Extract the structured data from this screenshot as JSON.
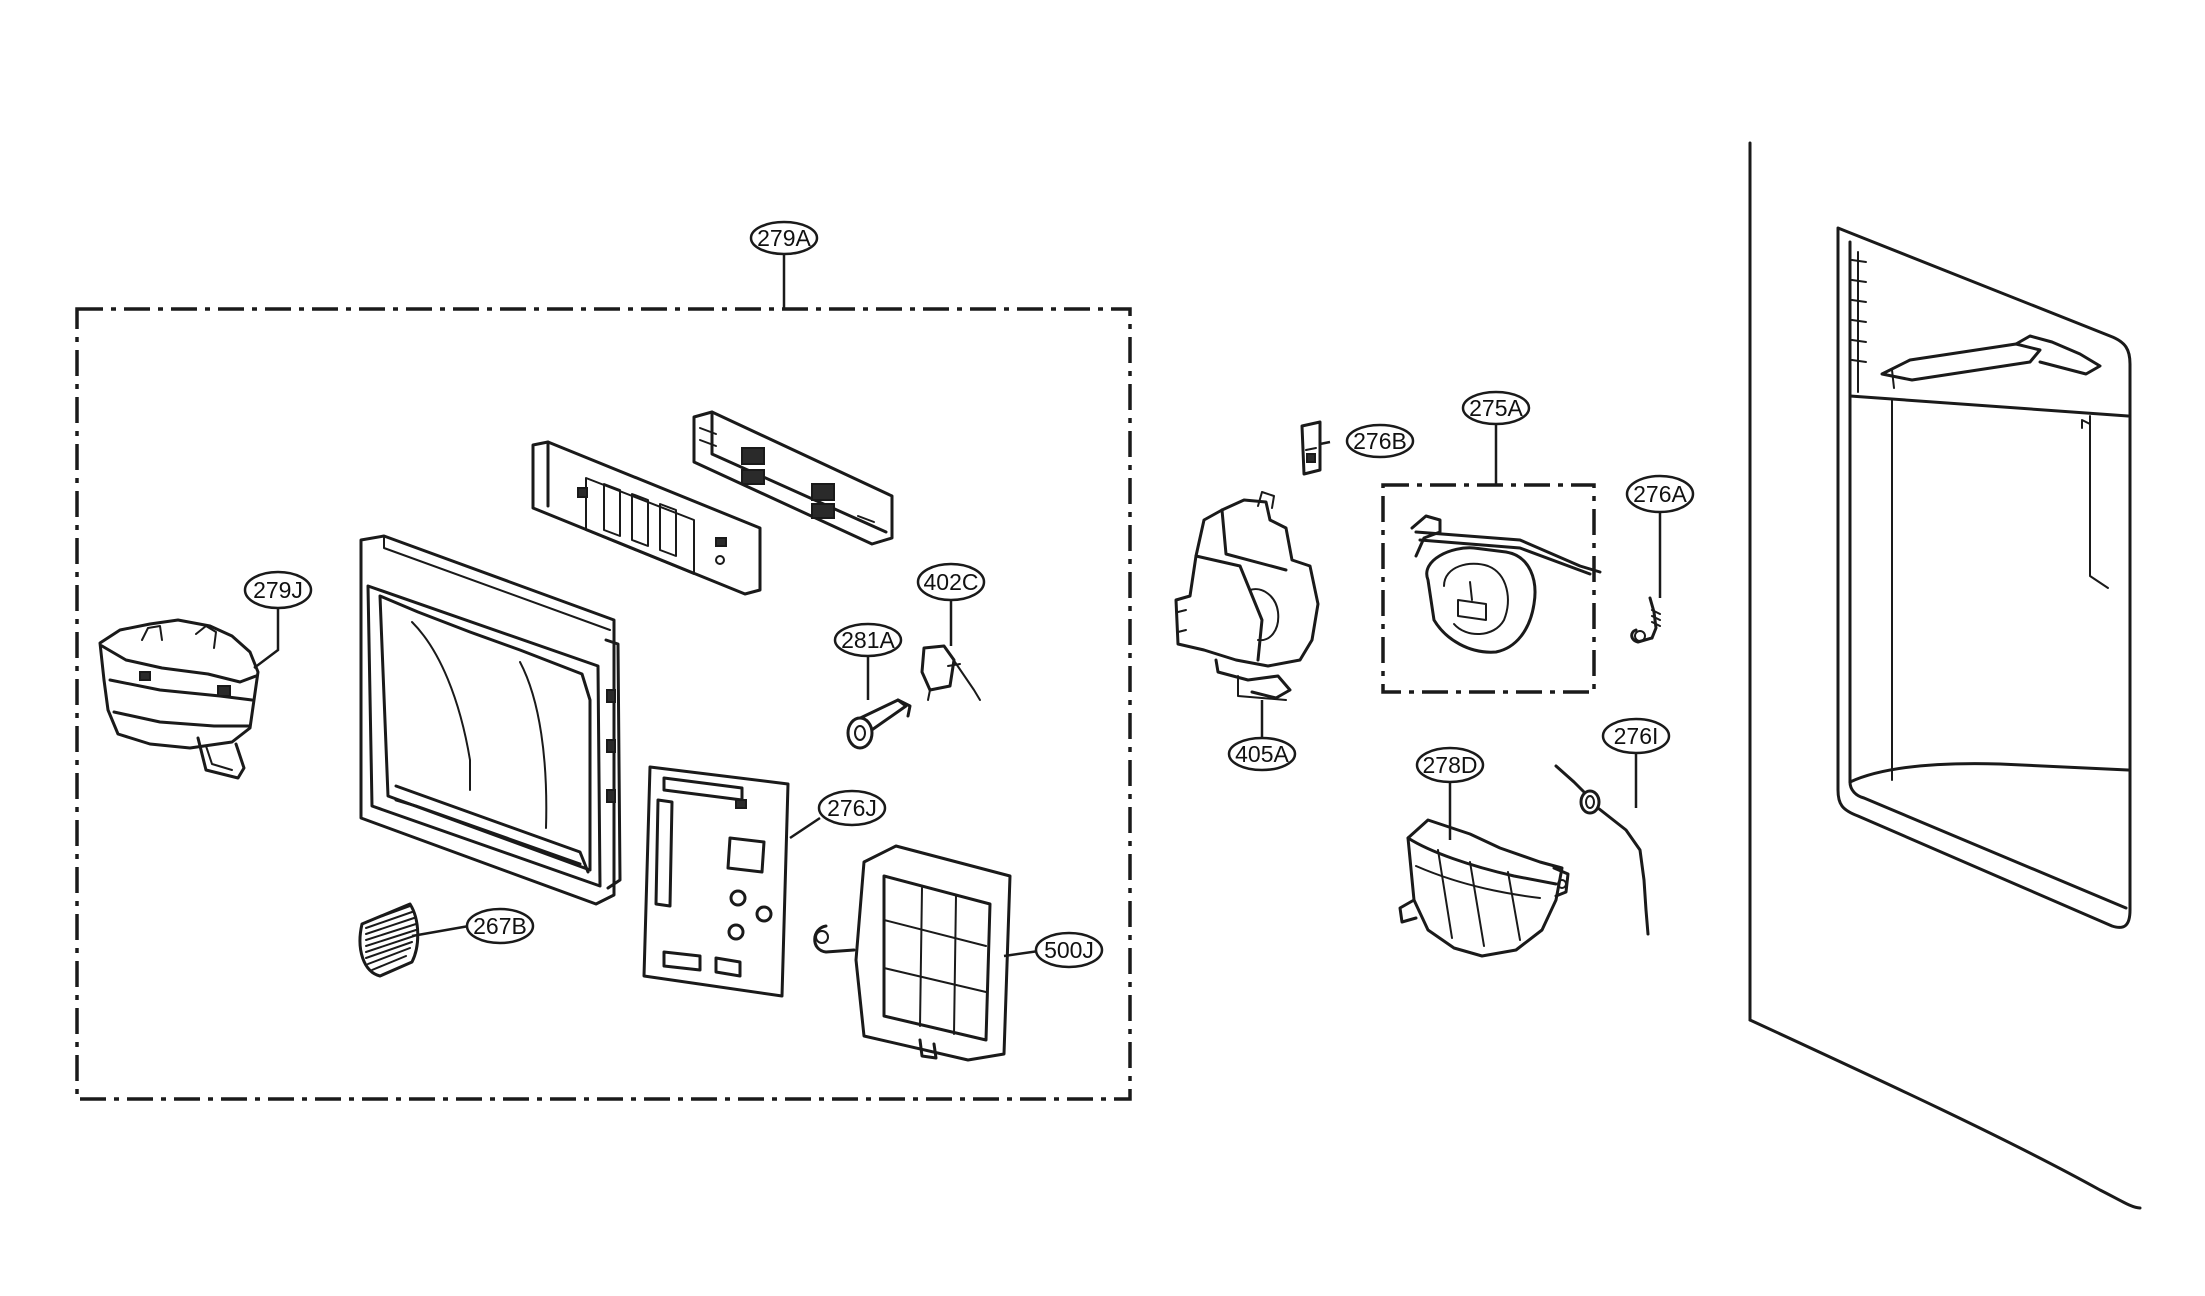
{
  "diagram": {
    "callouts": [
      {
        "id": "c279A",
        "label": "279A"
      },
      {
        "id": "c279J",
        "label": "279J"
      },
      {
        "id": "c281A",
        "label": "281A"
      },
      {
        "id": "c402C",
        "label": "402C"
      },
      {
        "id": "c276J",
        "label": "276J"
      },
      {
        "id": "c267B",
        "label": "267B"
      },
      {
        "id": "c500J",
        "label": "500J"
      },
      {
        "id": "c276B",
        "label": "276B"
      },
      {
        "id": "c275A",
        "label": "275A"
      },
      {
        "id": "c276A",
        "label": "276A"
      },
      {
        "id": "c405A",
        "label": "405A"
      },
      {
        "id": "c278D",
        "label": "278D"
      },
      {
        "id": "c276I",
        "label": "276I"
      }
    ]
  }
}
